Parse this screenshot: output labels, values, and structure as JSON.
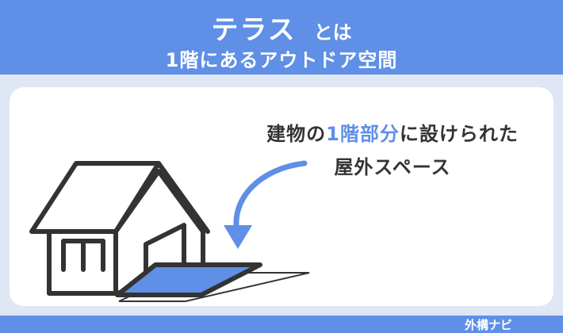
{
  "header": {
    "title": "テラス",
    "title_suffix": "とは",
    "subtitle": "1階にあるアウトドア空間"
  },
  "description": {
    "part1": "建物の",
    "highlight": "1階部分",
    "part2": "に設けられた",
    "line2": "屋外スペース"
  },
  "footer": {
    "brand": "外構ナビ"
  },
  "colors": {
    "accent": "#5f8fe6",
    "background": "#dfe6f4",
    "outline": "#333333",
    "terrace_fill": "#5f8fe6"
  },
  "icons": [
    "house-icon",
    "terrace-icon",
    "curved-arrow-icon"
  ]
}
